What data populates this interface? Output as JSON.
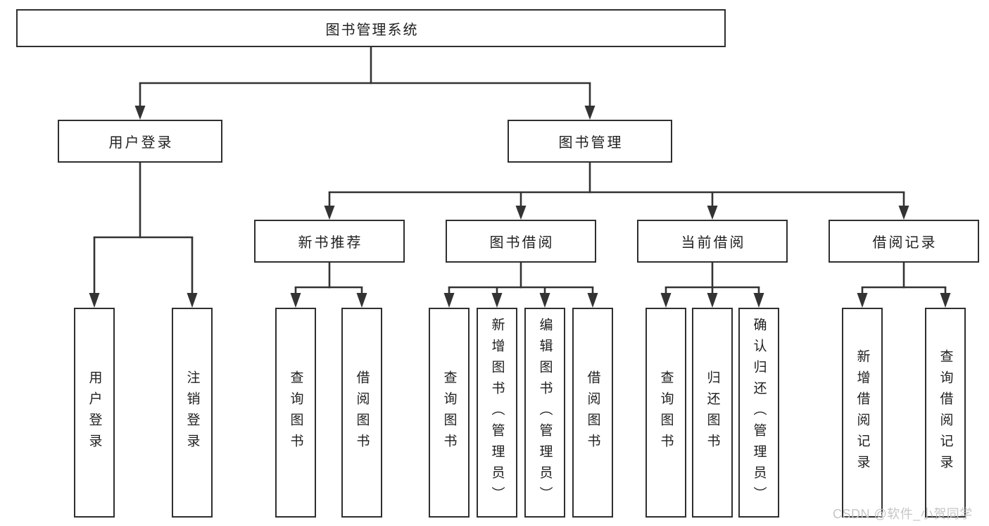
{
  "diagram": {
    "root": {
      "label": "图书管理系统"
    },
    "branches": [
      {
        "label": "用户登录",
        "leaves": [
          {
            "label": "用户登录"
          },
          {
            "label": "注销登录"
          }
        ]
      },
      {
        "label": "图书管理",
        "sections": [
          {
            "label": "新书推荐",
            "leaves": [
              {
                "label": "查询图书"
              },
              {
                "label": "借阅图书"
              }
            ]
          },
          {
            "label": "图书借阅",
            "leaves": [
              {
                "label": "查询图书"
              },
              {
                "label": "新增图书（管理员）"
              },
              {
                "label": "编辑图书（管理员）"
              },
              {
                "label": "借阅图书"
              }
            ]
          },
          {
            "label": "当前借阅",
            "leaves": [
              {
                "label": "查询图书"
              },
              {
                "label": "归还图书"
              },
              {
                "label": "确认归还（管理员）"
              }
            ]
          },
          {
            "label": "借阅记录",
            "leaves": [
              {
                "label": "新增借阅记录"
              },
              {
                "label": "查询借阅记录"
              }
            ]
          }
        ]
      }
    ],
    "watermark": "CSDN @软件_小贺同学",
    "colors": {
      "line": "#333333",
      "box_border": "#2f2f2f",
      "box_fill": "#ffffff",
      "text": "#1f1f1f",
      "watermark": "#c6c6c6"
    }
  }
}
